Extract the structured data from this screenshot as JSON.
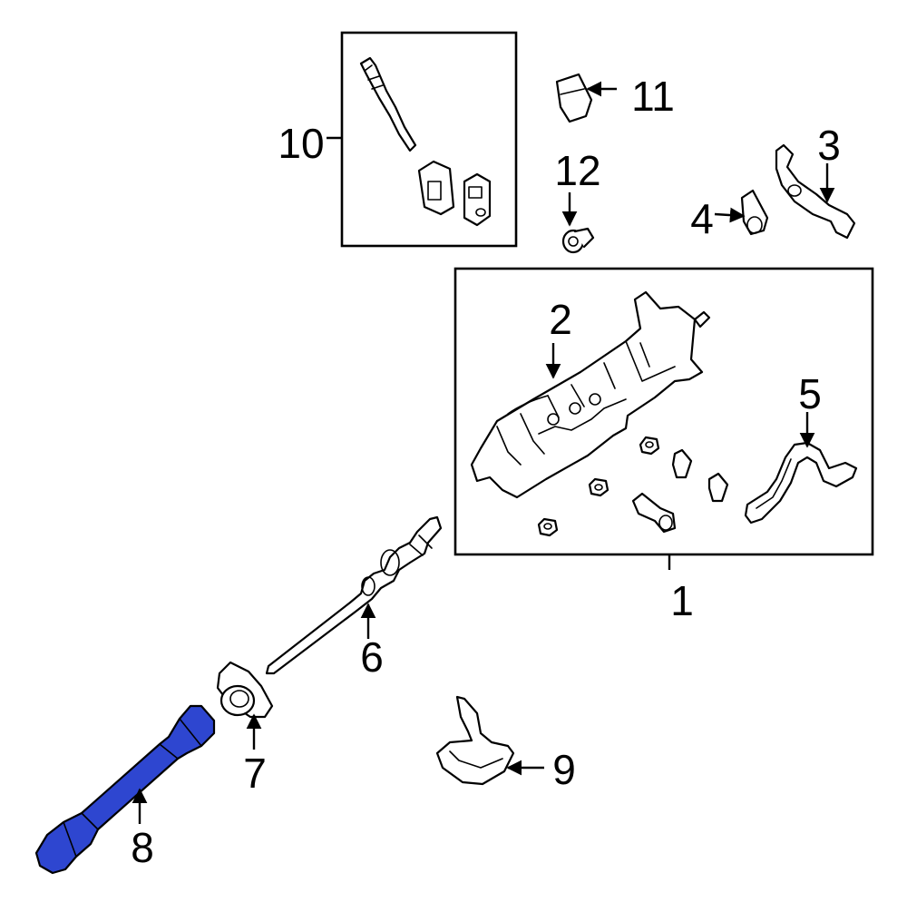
{
  "diagram": {
    "highlight_color": "#2E46D0",
    "callouts": [
      {
        "id": "1",
        "label": "1"
      },
      {
        "id": "2",
        "label": "2"
      },
      {
        "id": "3",
        "label": "3"
      },
      {
        "id": "4",
        "label": "4"
      },
      {
        "id": "5",
        "label": "5"
      },
      {
        "id": "6",
        "label": "6"
      },
      {
        "id": "7",
        "label": "7"
      },
      {
        "id": "8",
        "label": "8"
      },
      {
        "id": "9",
        "label": "9"
      },
      {
        "id": "10",
        "label": "10"
      },
      {
        "id": "11",
        "label": "11"
      },
      {
        "id": "12",
        "label": "12"
      }
    ],
    "highlighted_part": "8"
  }
}
